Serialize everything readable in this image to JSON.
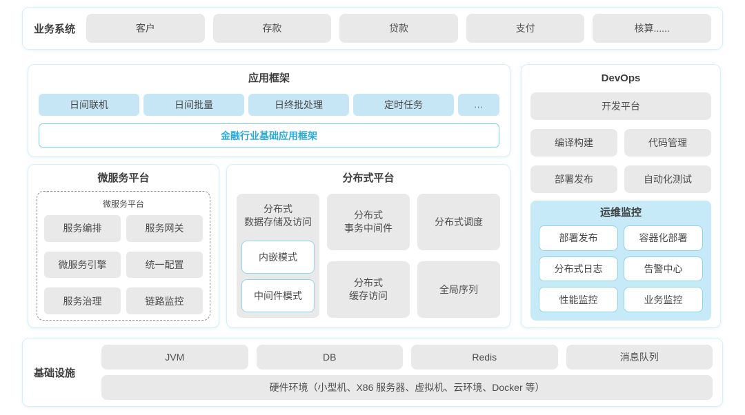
{
  "business_systems": {
    "label": "业务系统",
    "items": [
      "客户",
      "存款",
      "贷款",
      "支付",
      "核算......"
    ]
  },
  "app_framework": {
    "title": "应用框架",
    "items": [
      "日间联机",
      "日间批量",
      "日终批处理",
      "定时任务",
      "..."
    ],
    "base": "金融行业基础应用框架"
  },
  "microservice": {
    "title": "微服务平台",
    "inner_title": "微服务平台",
    "items": [
      "服务编排",
      "服务网关",
      "微服务引擎",
      "统一配置",
      "服务治理",
      "链路监控"
    ]
  },
  "distributed": {
    "title": "分布式平台",
    "storage": {
      "label": "分布式\n数据存储及访问",
      "modes": [
        "内嵌模式",
        "中间件模式"
      ]
    },
    "cells": [
      "分布式\n事务中间件",
      "分布式调度",
      "分布式\n缓存访问",
      "全局序列"
    ]
  },
  "devops": {
    "title": "DevOps",
    "platform": "开发平台",
    "items": [
      "编译构建",
      "代码管理",
      "部署发布",
      "自动化测试"
    ],
    "monitoring": {
      "title": "运维监控",
      "items": [
        "部署发布",
        "容器化部署",
        "分布式日志",
        "告警中心",
        "性能监控",
        "业务监控"
      ]
    }
  },
  "infrastructure": {
    "label": "基础设施",
    "items": [
      "JVM",
      "DB",
      "Redis",
      "消息队列"
    ],
    "hardware": "硬件环境（小型机、X86 服务器、虚拟机、云环境、Docker 等）"
  },
  "colors": {
    "accent_blue_text": "#2aabdc",
    "light_blue_fill": "#c6e6f6",
    "monitor_bg": "#c6eaf8",
    "white_box_border": "#8ed5ec",
    "gray_fill": "#e9e9e9",
    "panel_border": "#d6eff7"
  }
}
